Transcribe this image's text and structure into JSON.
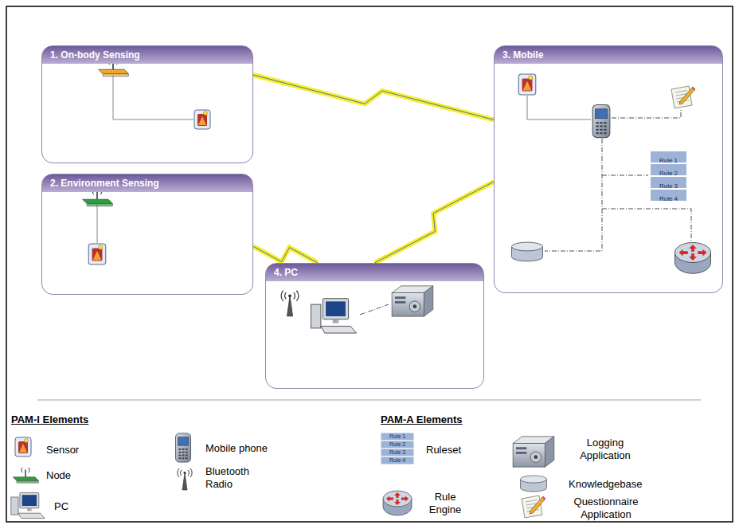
{
  "diagram": {
    "nodes": [
      {
        "text": [
          "1. On-body Sensing"
        ]
      },
      {
        "text": [
          "2. Environment Sensing"
        ]
      },
      {
        "text": [
          "3. Mobile"
        ]
      },
      {
        "text": [
          "4. PC"
        ]
      },
      {
        "text": [
          "Rule 1"
        ],
        "in": 2
      },
      {
        "text": [
          "Rule 2"
        ],
        "in": 2
      },
      {
        "text": [
          "Rule 3"
        ],
        "in": 2
      },
      {
        "text": [
          "Rule 4"
        ],
        "in": 2
      }
    ],
    "edges": [
      {
        "from": 0,
        "to": 2,
        "arrow": "none"
      },
      {
        "from": 1,
        "to": 3,
        "arrow": "none"
      },
      {
        "from": 3,
        "to": 2,
        "arrow": "none"
      }
    ],
    "labels": [
      "PAM-I Elements",
      "PAM-A Elements",
      "Rule 1",
      "Rule 2",
      "Rule 3",
      "Rule 4"
    ],
    "legend": [
      {
        "text": "Sensor"
      },
      {
        "text": "Mobile phone"
      },
      {
        "text": "Node"
      },
      {
        "text": "Bluetooth Radio"
      },
      {
        "text": "PC"
      },
      {
        "text": "Ruleset"
      },
      {
        "text": "Logging Application"
      },
      {
        "text": "Rule Engine"
      },
      {
        "text": "Knowledgebase"
      },
      {
        "text": "Questionnaire Application"
      }
    ]
  }
}
